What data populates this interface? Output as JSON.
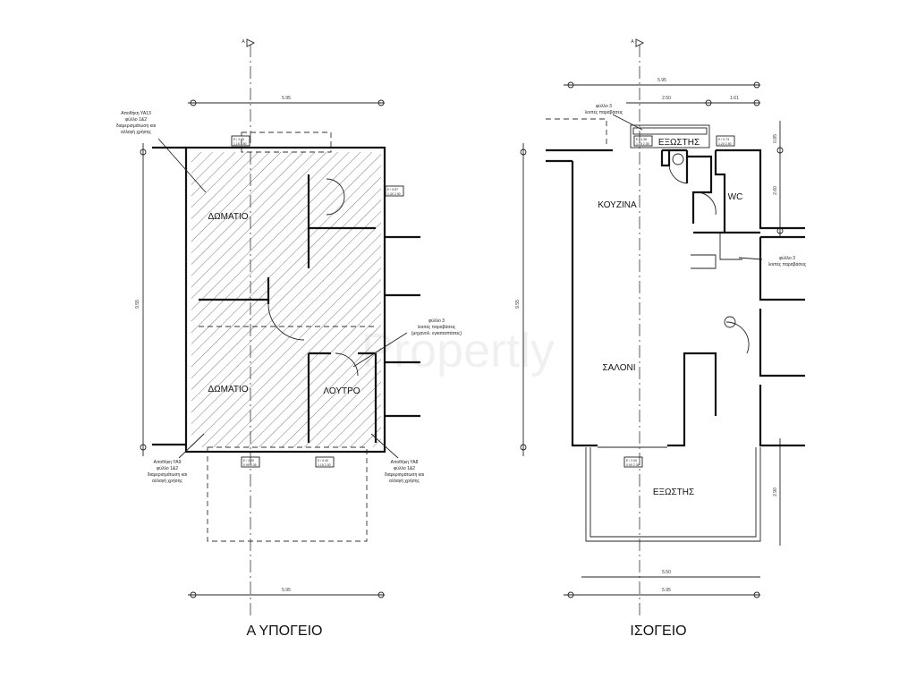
{
  "basement": {
    "title": "Α ΥΠΟΓΕΙΟ",
    "section_marker": "Α",
    "rooms": [
      "ΔΩΜΑΤΙΟ",
      "ΔΩΜΑΤΙΟ",
      "ΛΟΥΤΡΟ"
    ],
    "dims": {
      "top": "5.95",
      "bottom": "5.95",
      "side": "9.55"
    },
    "notes": {
      "ya13": [
        "Αποθήκη ΥΑ13",
        "φύλλο 1&2",
        "διαμερισμάτωση και",
        "αλλαγή χρήσης"
      ],
      "sheet3": [
        "φύλλο 3",
        "λοιπές παραβάσεις",
        "(μηχανολ. εγκαταστάσεις)"
      ],
      "ya9": [
        "Αποθήκη ΥΑ9",
        "φύλλο 1&2",
        "διαμερισμάτωση και",
        "αλλαγή χρήσης"
      ],
      "ya8": [
        "Αποθήκη ΥΑ8",
        "φύλλο 1&2",
        "διαμερισμάτωση και",
        "αλλαγή χρήσης"
      ]
    },
    "tags": [
      [
        "Ε / 2.00",
        "1.15 2.80"
      ],
      [
        "Ε / 0.87",
        "1.30 2.90"
      ],
      [
        "Ε / 2.00",
        "0.95 2.35"
      ],
      [
        "Ε / 0.40",
        "1.15 2.00"
      ]
    ]
  },
  "ground": {
    "title": "ΙΣΟΓΕΙΟ",
    "section_marker": "Α",
    "rooms": {
      "kitchen": "ΚΟΥΖΙΝΑ",
      "living": "ΣΑΛΟΝΙ",
      "wc": "WC",
      "balcony_top": "ΕΞΩΣΤΗΣ",
      "balcony_bottom": "ΕΞΩΣΤΗΣ"
    },
    "dims": {
      "top": "5.95",
      "top_a": "2.50",
      "top_b": "1.61",
      "right_a": "0.85",
      "right_b": "2.60",
      "side": "9.55",
      "right_lower": "2.90",
      "bottom_a": "5.50",
      "bottom_b": "5.95"
    },
    "notes": {
      "sheet3_top": [
        "φύλλο 3",
        "λοιπές παραβάσεις"
      ],
      "sheet3_right": [
        "φύλλο 3",
        "λοιπές παραβάσεις"
      ]
    },
    "tags": [
      [
        "Ε / 1.35",
        "1.15 2.35"
      ],
      [
        "Ε / 0.73",
        "1.20 2.50"
      ],
      [
        "Ε / 2.00",
        "0.90 2.35"
      ]
    ]
  },
  "watermark": "Propertly"
}
